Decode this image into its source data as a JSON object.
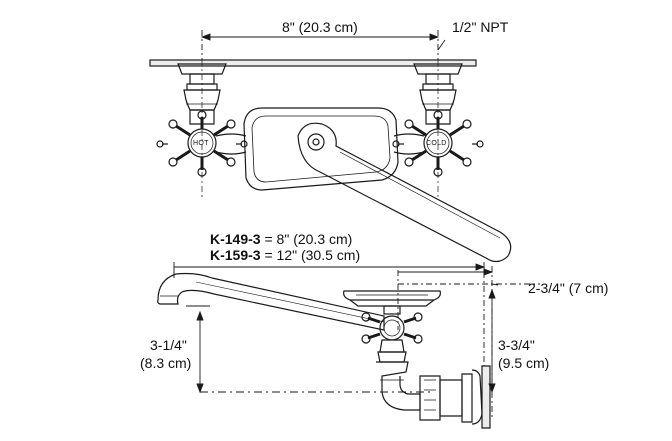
{
  "top_view": {
    "width_dimension": "8\" (20.3 cm)",
    "thread_label": "1/2\" NPT",
    "hot_label": "HOT",
    "cold_label": "COLD"
  },
  "side_view": {
    "models": [
      {
        "model": "K-149-3",
        "spec": " = 8\" (20.3 cm)"
      },
      {
        "model": "K-159-3",
        "spec": " = 12\" (30.5 cm)"
      }
    ],
    "dish_depth": "2-3/4\" (7 cm)",
    "spout_height_in": "3-1/4\"",
    "spout_height_cm": "(8.3 cm)",
    "overall_height_in": "3-3/4\"",
    "overall_height_cm": "(9.5 cm)"
  }
}
